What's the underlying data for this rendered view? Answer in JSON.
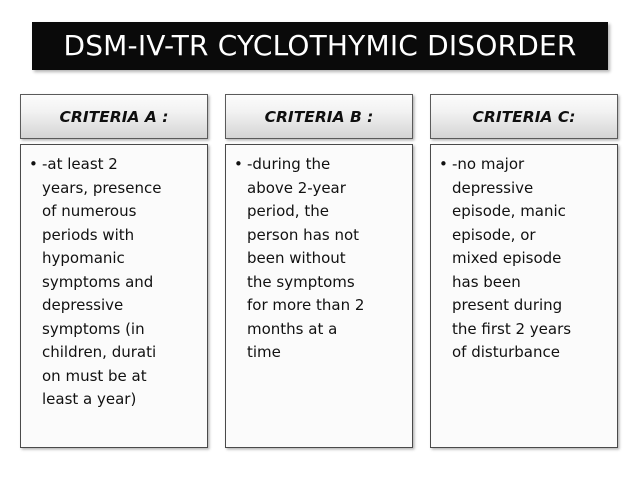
{
  "slide": {
    "title": "DSM-IV-TR CYCLOTHYMIC DISORDER",
    "title_bg_color": "#0a0a0a",
    "title_text_color": "#ffffff"
  },
  "columns": [
    {
      "header": "CRITERIA A :",
      "bullet_glyph": "•",
      "body": "-at least 2\nyears, presence\nof numerous\nperiods with\nhypomanic\nsymptoms and\ndepressive\nsymptoms (in\nchildren, durati\non must be at\nleast a year)"
    },
    {
      "header": "CRITERIA B :",
      "bullet_glyph": "•",
      "body": "-during the\nabove 2-year\nperiod, the\nperson has not\nbeen without\nthe symptoms\nfor more than 2\nmonths at a\ntime"
    },
    {
      "header": "CRITERIA C:",
      "bullet_glyph": "•",
      "body": "-no major\ndepressive\nepisode, manic\nepisode, or\nmixed episode\nhas been\npresent during\nthe first 2 years\nof disturbance"
    }
  ]
}
